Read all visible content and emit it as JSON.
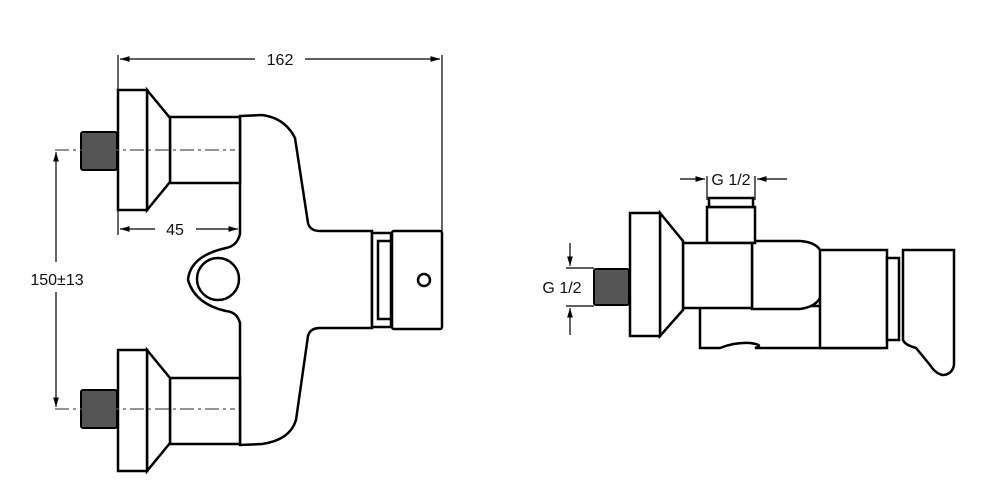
{
  "drawing": {
    "front_view": {
      "overall_width_label": "162",
      "inlet_depth_label": "45",
      "inlet_spacing_label": "150±13"
    },
    "side_view": {
      "top_connection_label": "G 1/2",
      "side_connection_label": "G 1/2"
    }
  }
}
